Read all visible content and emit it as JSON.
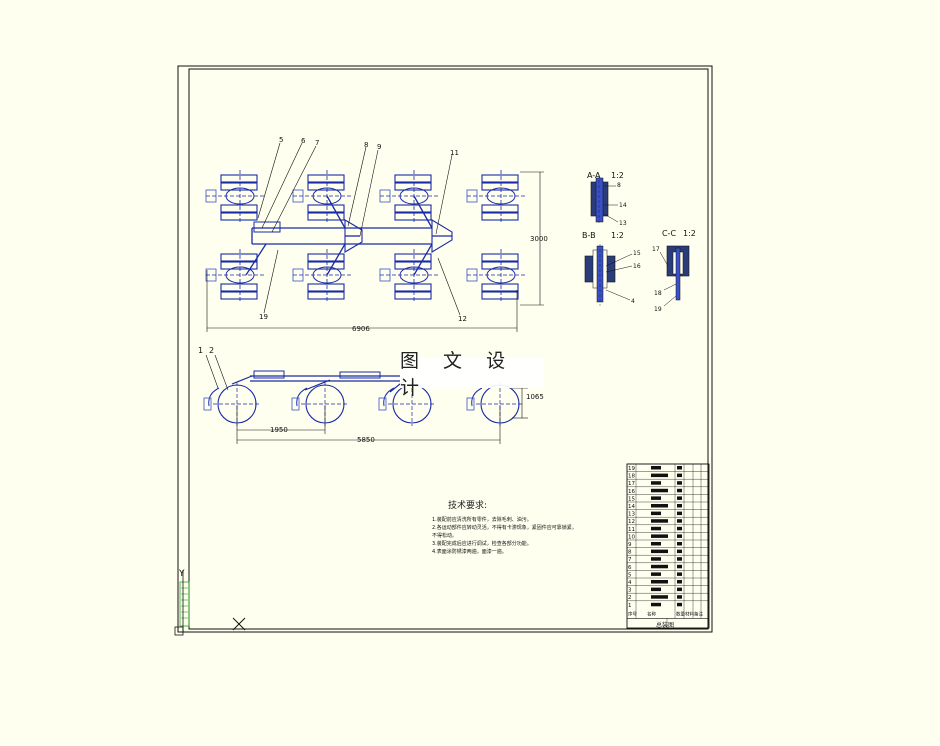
{
  "drawing": {
    "watermark": "图 文 设 计",
    "tech_title": "技术要求:",
    "notes": [
      "1.装配前应清洗所有零件，去除毛刺、油污。",
      "2.各运动部件应转动灵活，不得有卡滞现象，紧固件应可靠锁紧，",
      "  不得松动。",
      "3.装配完成后应进行调试，检查各部分功能。",
      "4.表面涂防锈漆两遍，面漆一遍。"
    ],
    "title_block_name": "总装图"
  },
  "plan_view": {
    "balloons": [
      "5",
      "6",
      "7",
      "8",
      "9",
      "11",
      "19",
      "12"
    ],
    "dim_length": "6906",
    "dim_width": "3000"
  },
  "side_view": {
    "balloons": [
      "1",
      "2"
    ],
    "dim_pitch": "1950",
    "dim_span": "5850",
    "dim_height": "1065"
  },
  "sections": {
    "aa_label": "A-A",
    "aa_scale": "1:2",
    "bb_label": "B-B",
    "bb_scale": "1:2",
    "cc_label": "C-C",
    "cc_scale": "1:2",
    "balloons": [
      "8",
      "14",
      "13",
      "15",
      "16",
      "4",
      "17",
      "18",
      "19"
    ]
  },
  "bom": {
    "row_numbers": [
      "19",
      "18",
      "17",
      "16",
      "15",
      "14",
      "13",
      "12",
      "11",
      "10",
      "9",
      "8",
      "7",
      "6",
      "5",
      "4",
      "3",
      "2",
      "1"
    ],
    "header": [
      "序号",
      "名称",
      "数量",
      "材料",
      "备注"
    ]
  },
  "ucs": {
    "y_label": "Y"
  },
  "colors": {
    "line": "#111111",
    "blue": "#1a2aa8",
    "blue_light": "#3a50c8",
    "hatch": "#2a3d7a",
    "paper": "#fffff0",
    "green": "#22aa22"
  }
}
